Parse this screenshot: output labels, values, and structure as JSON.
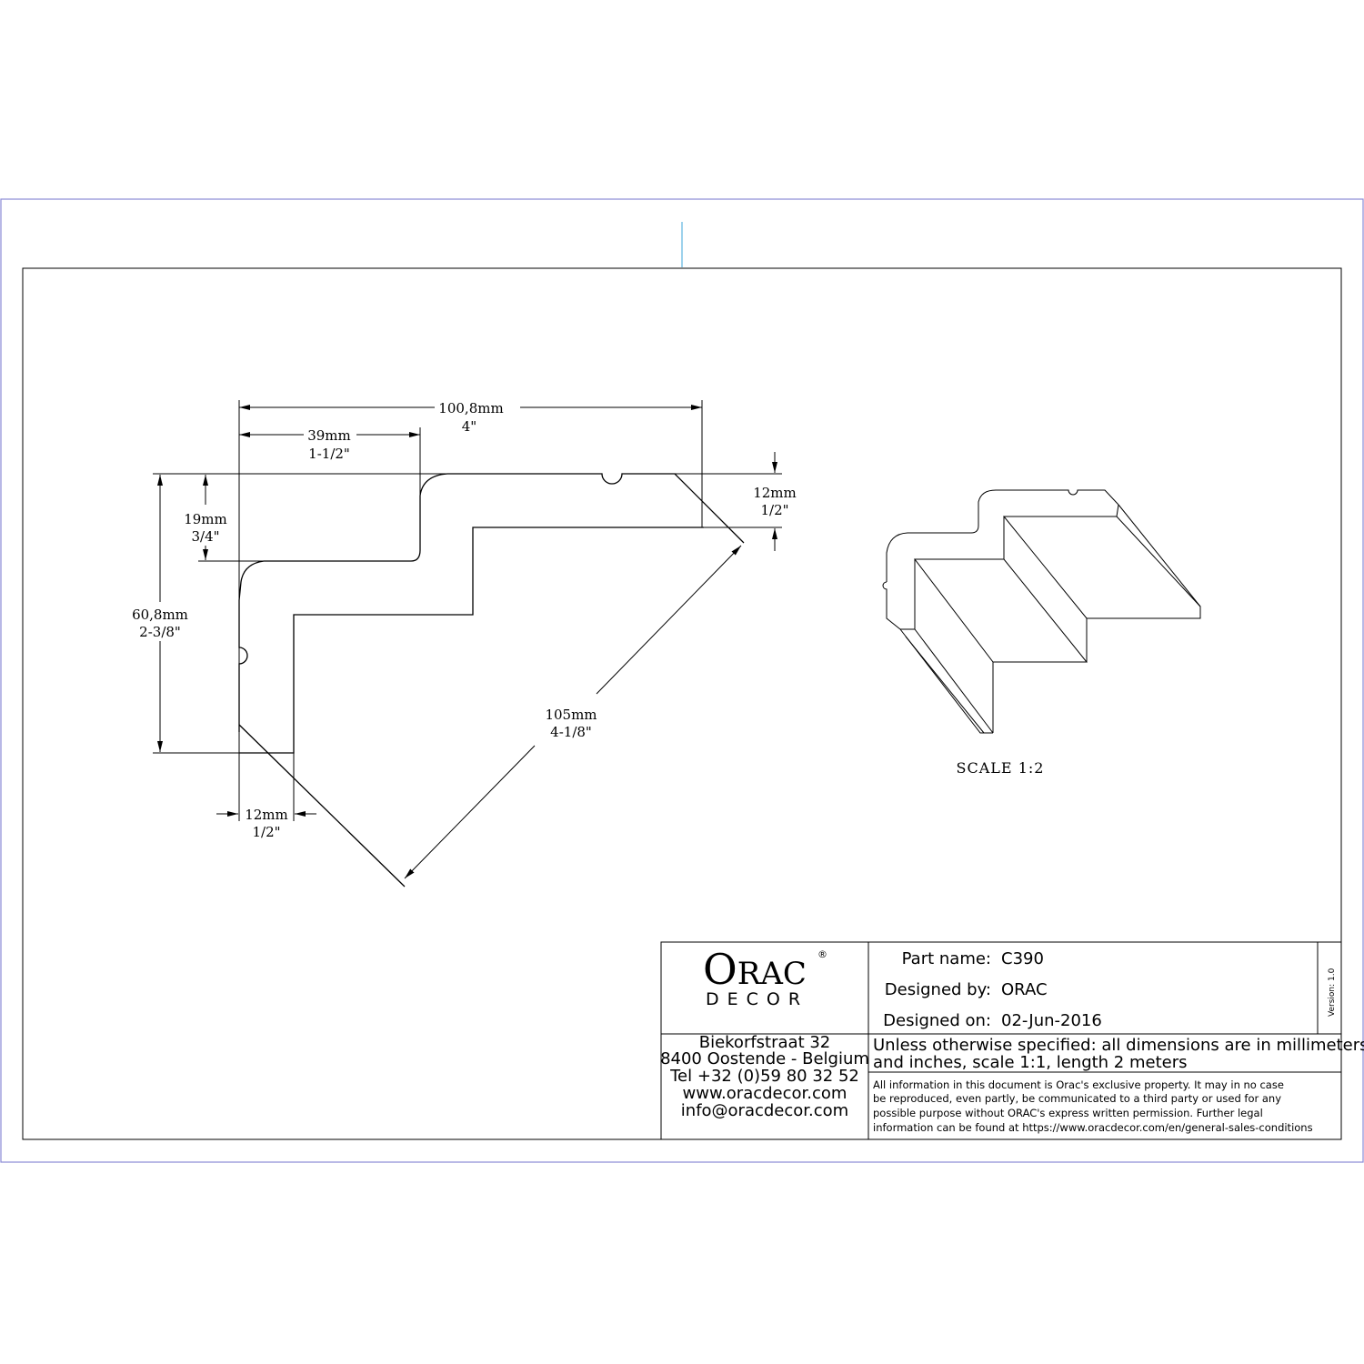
{
  "colors": {
    "sheet_border": "#8a8ad6",
    "center_mark": "#5bb4e0",
    "ink": "#000000"
  },
  "dimensions": {
    "total_width": {
      "mm": "100,8mm",
      "inch": "4\""
    },
    "top_step": {
      "mm": "39mm",
      "inch": "1-1/2\""
    },
    "top_depth": {
      "mm": "19mm",
      "inch": "3/4\""
    },
    "right_thickness": {
      "mm": "12mm",
      "inch": "1/2\""
    },
    "total_height": {
      "mm": "60,8mm",
      "inch": "2-3/8\""
    },
    "bottom_thickness": {
      "mm": "12mm",
      "inch": "1/2\""
    },
    "diagonal": {
      "mm": "105mm",
      "inch": "4-1/8\""
    }
  },
  "scale_label": "SCALE  1:2",
  "title_block": {
    "logo": {
      "brand_first": "O",
      "brand_rest": "RAC",
      "brand_sub": "DECOR",
      "registered": "®"
    },
    "address": {
      "street": "Biekorfstraat 32",
      "city": "8400 Oostende - Belgium",
      "phone": "Tel  +32 (0)59 80 32 52",
      "website": "www.oracdecor.com",
      "email": "info@oracdecor.com"
    },
    "part_name_label": "Part name:",
    "part_name_value": "C390",
    "designed_by_label": "Designed by:",
    "designed_by_value": "ORAC",
    "designed_on_label": "Designed on:",
    "designed_on_value": "02-Jun-2016",
    "version": "Version: 1.0",
    "spec_line1": "Unless otherwise specified: all dimensions are in millimeters",
    "spec_line2": "and inches, scale 1:1, length 2 meters",
    "legal_line1": "All information in this document is Orac's exclusive property.  It may in no case",
    "legal_line2": "be reproduced, even partly, be communicated to a third party or used for any",
    "legal_line3": "possible purpose without ORAC's express written permission. Further legal",
    "legal_line4": "information can be found at https://www.oracdecor.com/en/general-sales-conditions"
  }
}
